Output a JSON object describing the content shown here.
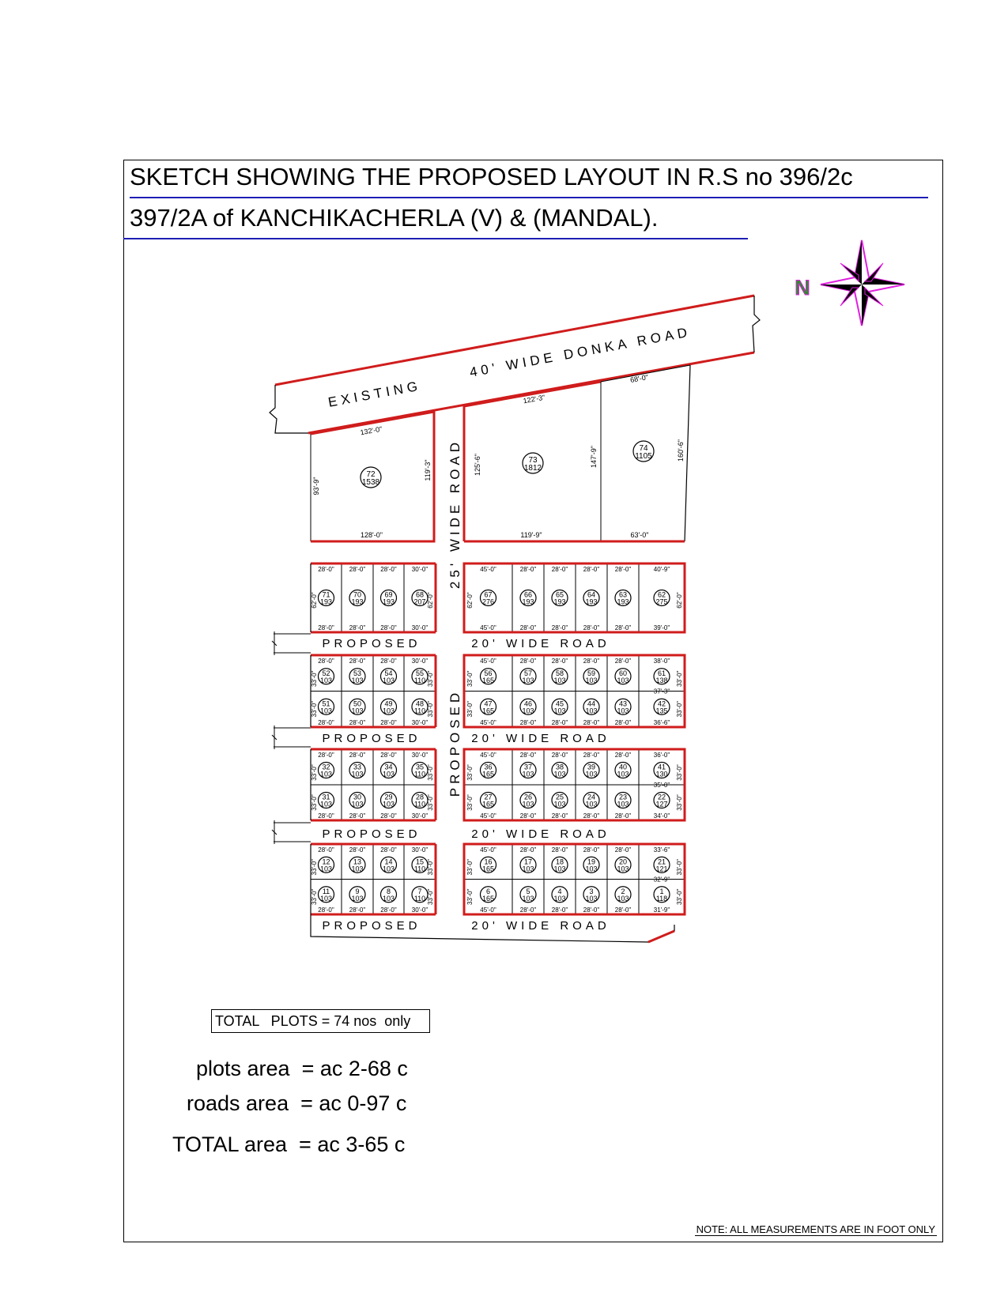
{
  "title": {
    "line1": "SKETCH SHOWING THE PROPOSED LAYOUT IN R.S no 396/2c",
    "line2": "397/2A of KANCHIKACHERLA (V) & (MANDAL)."
  },
  "compass": {
    "label": "N",
    "color": "#e020e0",
    "letter_color": "#2e8b2e"
  },
  "roads": {
    "donka_left": "EXISTING",
    "donka_right": "40' WIDE DONKA ROAD",
    "proposed": "PROPOSED",
    "twenty_wide": "20' WIDE ROAD",
    "vertical_top": "25' WIDE ROAD",
    "vertical_bottom": "PROPOSED"
  },
  "top_plots": [
    {
      "num": "72",
      "area": "1538",
      "top": "132'-0\"",
      "bottom": "128'-0\"",
      "left": "93'-9\"",
      "right": "119'-3\""
    },
    {
      "num": "73",
      "area": "1812",
      "top": "122'-3\"",
      "bottom": "119'-9\"",
      "left": "125'-6\"",
      "right": "147'-9\""
    },
    {
      "num": "74",
      "area": "1105",
      "top": "68'-0\"",
      "bottom": "63'-0\"",
      "right": "160'-6\""
    }
  ],
  "rows": [
    {
      "left_top": [
        "28'-0\"",
        "28'-0\"",
        "28'-0\"",
        "30'-0\""
      ],
      "left_bottom": [
        "28'-0\"",
        "28'-0\"",
        "28'-0\"",
        "30'-0\""
      ],
      "right_top": [
        "45'-0\"",
        "28'-0\"",
        "28'-0\"",
        "28'-0\"",
        "28'-0\"",
        "40'-9\""
      ],
      "right_bottom": [
        "45'-0\"",
        "28'-0\"",
        "28'-0\"",
        "28'-0\"",
        "28'-0\"",
        "39'-0\""
      ],
      "depth": "62'-0\"",
      "left_plots": [
        [
          "71",
          "193"
        ],
        [
          "70",
          "193"
        ],
        [
          "69",
          "193"
        ],
        [
          "68",
          "207"
        ]
      ],
      "right_plots": [
        [
          "67",
          "276"
        ],
        [
          "66",
          "193"
        ],
        [
          "65",
          "193"
        ],
        [
          "64",
          "193"
        ],
        [
          "63",
          "193"
        ],
        [
          "62",
          "275"
        ]
      ]
    },
    {
      "left_top": [
        "28'-0\"",
        "28'-0\"",
        "28'-0\"",
        "30'-0\""
      ],
      "left_bottom": [
        "28'-0\"",
        "28'-0\"",
        "28'-0\"",
        "30'-0\""
      ],
      "right_top": [
        "45'-0\"",
        "28'-0\"",
        "28'-0\"",
        "28'-0\"",
        "28'-0\"",
        "38'-0\""
      ],
      "right_bottom": [
        "45'-0\"",
        "28'-0\"",
        "28'-0\"",
        "28'-0\"",
        "28'-0\"",
        "36'-6\""
      ],
      "mid": "37'-3\"",
      "depth": "33'-0\"",
      "left_top_plots": [
        [
          "52",
          "103"
        ],
        [
          "53",
          "103"
        ],
        [
          "54",
          "103"
        ],
        [
          "55",
          "110"
        ]
      ],
      "left_bottom_plots": [
        [
          "51",
          "103"
        ],
        [
          "50",
          "103"
        ],
        [
          "49",
          "103"
        ],
        [
          "48",
          "110"
        ]
      ],
      "right_top_plots": [
        [
          "56",
          "165"
        ],
        [
          "57",
          "103"
        ],
        [
          "58",
          "103"
        ],
        [
          "59",
          "103"
        ],
        [
          "60",
          "103"
        ],
        [
          "61",
          "138"
        ]
      ],
      "right_bottom_plots": [
        [
          "47",
          "165"
        ],
        [
          "46",
          "103"
        ],
        [
          "45",
          "103"
        ],
        [
          "44",
          "103"
        ],
        [
          "43",
          "103"
        ],
        [
          "42",
          "135"
        ]
      ]
    },
    {
      "left_top": [
        "28'-0\"",
        "28'-0\"",
        "28'-0\"",
        "30'-0\""
      ],
      "left_bottom": [
        "28'-0\"",
        "28'-0\"",
        "28'-0\"",
        "30'-0\""
      ],
      "right_top": [
        "45'-0\"",
        "28'-0\"",
        "28'-0\"",
        "28'-0\"",
        "28'-0\"",
        "36'-0\""
      ],
      "right_bottom": [
        "45'-0\"",
        "28'-0\"",
        "28'-0\"",
        "28'-0\"",
        "28'-0\"",
        "34'-0\""
      ],
      "mid": "35'-0\"",
      "depth": "33'-0\"",
      "left_top_plots": [
        [
          "32",
          "103"
        ],
        [
          "33",
          "103"
        ],
        [
          "34",
          "103"
        ],
        [
          "35",
          "110"
        ]
      ],
      "left_bottom_plots": [
        [
          "31",
          "103"
        ],
        [
          "30",
          "103"
        ],
        [
          "29",
          "103"
        ],
        [
          "28",
          "110"
        ]
      ],
      "right_top_plots": [
        [
          "36",
          "165"
        ],
        [
          "37",
          "103"
        ],
        [
          "38",
          "103"
        ],
        [
          "39",
          "103"
        ],
        [
          "40",
          "103"
        ],
        [
          "41",
          "130"
        ]
      ],
      "right_bottom_plots": [
        [
          "27",
          "165"
        ],
        [
          "26",
          "103"
        ],
        [
          "25",
          "103"
        ],
        [
          "24",
          "103"
        ],
        [
          "23",
          "103"
        ],
        [
          "22",
          "127"
        ]
      ]
    },
    {
      "left_top": [
        "28'-0\"",
        "28'-0\"",
        "28'-0\"",
        "30'-0\""
      ],
      "left_bottom": [
        "28'-0\"",
        "28'-0\"",
        "28'-0\"",
        "30'-0\""
      ],
      "right_top": [
        "45'-0\"",
        "28'-0\"",
        "28'-0\"",
        "28'-0\"",
        "28'-0\"",
        "33'-6\""
      ],
      "right_bottom": [
        "45'-0\"",
        "28'-0\"",
        "28'-0\"",
        "28'-0\"",
        "28'-0\"",
        "31'-9\""
      ],
      "mid": "32'-9\"",
      "depth": "33'-0\"",
      "left_top_plots": [
        [
          "12",
          "103"
        ],
        [
          "13",
          "103"
        ],
        [
          "14",
          "103"
        ],
        [
          "15",
          "110"
        ]
      ],
      "left_bottom_plots": [
        [
          "11",
          "103"
        ],
        [
          "9",
          "103"
        ],
        [
          "8",
          "103"
        ],
        [
          "7",
          "110"
        ]
      ],
      "right_top_plots": [
        [
          "16",
          "165"
        ],
        [
          "17",
          "103"
        ],
        [
          "18",
          "103"
        ],
        [
          "19",
          "103"
        ],
        [
          "20",
          "103"
        ],
        [
          "21",
          "121"
        ]
      ],
      "right_bottom_plots": [
        [
          "6",
          "165"
        ],
        [
          "5",
          "103"
        ],
        [
          "4",
          "103"
        ],
        [
          "3",
          "103"
        ],
        [
          "2",
          "103"
        ],
        [
          "1",
          "118"
        ]
      ]
    }
  ],
  "summary": {
    "total_plots": "TOTAL   PLOTS = 74 nos  only",
    "plots_area": "plots area  = ac 2-68 c",
    "roads_area": "roads area  = ac 0-97 c",
    "total_area": "TOTAL area  = ac 3-65 c"
  },
  "note": "NOTE: ALL MEASUREMENTS ARE IN FOOT ONLY",
  "colors": {
    "boundary": "#d01c1c",
    "underline": "#1e1eb4",
    "line": "#000000"
  }
}
